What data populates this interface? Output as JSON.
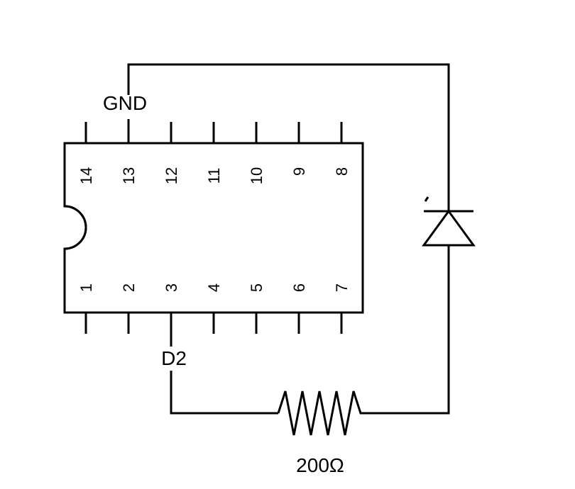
{
  "ic": {
    "top_pins": [
      "14",
      "13",
      "12",
      "11",
      "10",
      "9",
      "8"
    ],
    "bottom_pins": [
      "1",
      "2",
      "3",
      "4",
      "5",
      "6",
      "7"
    ]
  },
  "labels": {
    "gnd": "GND",
    "d2": "D2",
    "resistor": "200Ω"
  },
  "components": {
    "diode_icon": "led-diode-icon",
    "resistor_icon": "resistor-zigzag-icon"
  },
  "colors": {
    "stroke": "#000000",
    "background": "#ffffff"
  }
}
